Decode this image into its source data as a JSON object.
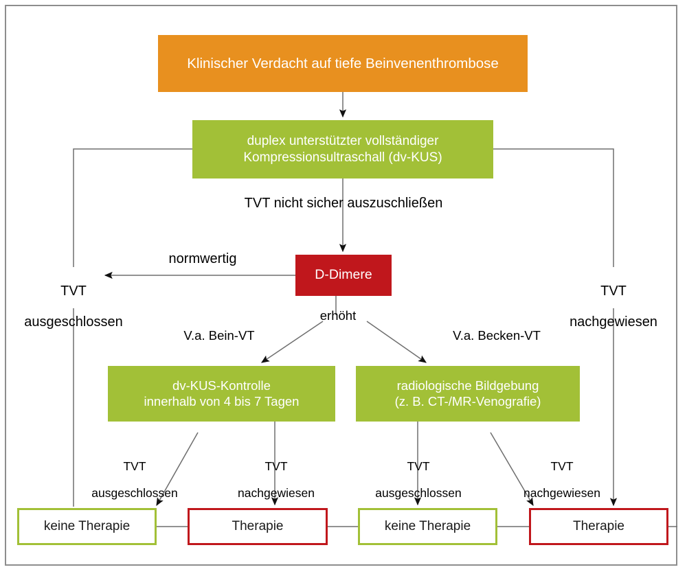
{
  "diagram": {
    "title": "Klinischer Verdacht auf tiefe Beinvenenthrombose Flussdiagramm",
    "colors": {
      "orange": "#E8901F",
      "green": "#A2C037",
      "red": "#C0171C",
      "frame": "#8d8d8d",
      "line": "#6e6e6e",
      "text_dark": "#1a1a1a",
      "text_light": "#ffffff"
    }
  },
  "nodes": {
    "suspicion": "Klinischer Verdacht auf tiefe Beinvenenthrombose",
    "ultrasound_line1": "duplex unterstützter vollständiger",
    "ultrasound_line2": "Kompressionsultraschall (dv-KUS)",
    "d_dimer": "D-Dimere",
    "dvkus_control_line1": "dv-KUS-Kontrolle",
    "dvkus_control_line2": "innerhalb von 4 bis 7 Tagen",
    "radiology_line1": "radiologische Bildgebung",
    "radiology_line2": "(z. B. CT-/MR-Venografie)",
    "no_therapy_left": "keine Therapie",
    "therapy_left": "Therapie",
    "no_therapy_right": "keine Therapie",
    "therapy_right": "Therapie"
  },
  "labels": {
    "not_excludable": "TVT nicht sicher auszuschließen",
    "normal": "normwertig",
    "elevated": "erhöht",
    "excluded_left_line1": "TVT",
    "excluded_left_line2": "ausgeschlossen",
    "proven_right_line1": "TVT",
    "proven_right_line2": "nachgewiesen",
    "suspect_leg": "V.a. Bein-VT",
    "suspect_pelvis": "V.a. Becken-VT",
    "b1_line1": "TVT",
    "b1_line2": "ausgeschlossen",
    "b2_line1": "TVT",
    "b2_line2": "nachgewiesen",
    "b3_line1": "TVT",
    "b3_line2": "ausgeschlossen",
    "b4_line1": "TVT",
    "b4_line2": "nachgewiesen"
  }
}
